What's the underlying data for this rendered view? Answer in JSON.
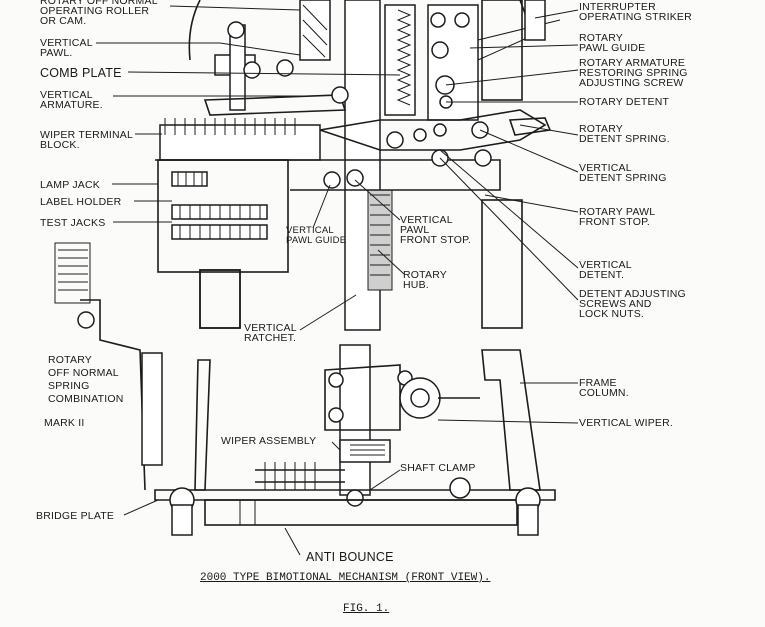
{
  "labels": {
    "rotary_off_normal_roller": "ROTARY OFF NORMAL\nOPERATING ROLLER\nOR CAM.",
    "vertical_pawl": "VERTICAL\nPAWL.",
    "comb_plate": "COMB PLATE",
    "vertical_armature": "VERTICAL\nARMATURE.",
    "wiper_terminal_block": "WIPER TERMINAL\nBLOCK.",
    "lamp_jack": "LAMP JACK",
    "label_holder": "LABEL HOLDER",
    "test_jacks": "TEST JACKS",
    "rotary_off_normal_spring": "ROTARY\nOFF NORMAL\nSPRING\nCOMBINATION",
    "mark_ii": "MARK II",
    "bridge_plate": "BRIDGE PLATE",
    "interrupter_striker": "INTERRUPTER\nOPERATING STRIKER",
    "rotary_pawl_guide": "ROTARY\nPAWL GUIDE",
    "rotary_armature_spring": "ROTARY ARMATURE\nRESTORING SPRING\nADJUSTING SCREW",
    "rotary_detent": "ROTARY DETENT",
    "rotary_detent_spring": "ROTARY\nDETENT SPRING.",
    "vertical_detent_spring": "VERTICAL\nDETENT SPRING",
    "rotary_pawl_front_stop": "ROTARY PAWL\nFRONT STOP.",
    "vertical_pawl_guide": "VERTICAL\nPAWL GUIDE",
    "vertical_pawl_front_stop": "VERTICAL\nPAWL\nFRONT STOP.",
    "rotary_hub": "ROTARY\nHUB.",
    "vertical_ratchet": "VERTICAL\nRATCHET.",
    "vertical_detent": "VERTICAL\nDETENT.",
    "detent_adjusting_screws": "DETENT ADJUSTING\nSCREWS AND\nLOCK NUTS.",
    "frame_column": "FRAME\nCOLUMN.",
    "vertical_wiper": "VERTICAL WIPER.",
    "wiper_assembly": "WIPER ASSEMBLY",
    "shaft_clamp": "SHAFT CLAMP",
    "anti_bounce": "ANTI BOUNCE"
  },
  "caption": {
    "title": "2000 TYPE BIMOTIONAL MECHANISM (FRONT VIEW).",
    "figure": "FIG. 1."
  }
}
